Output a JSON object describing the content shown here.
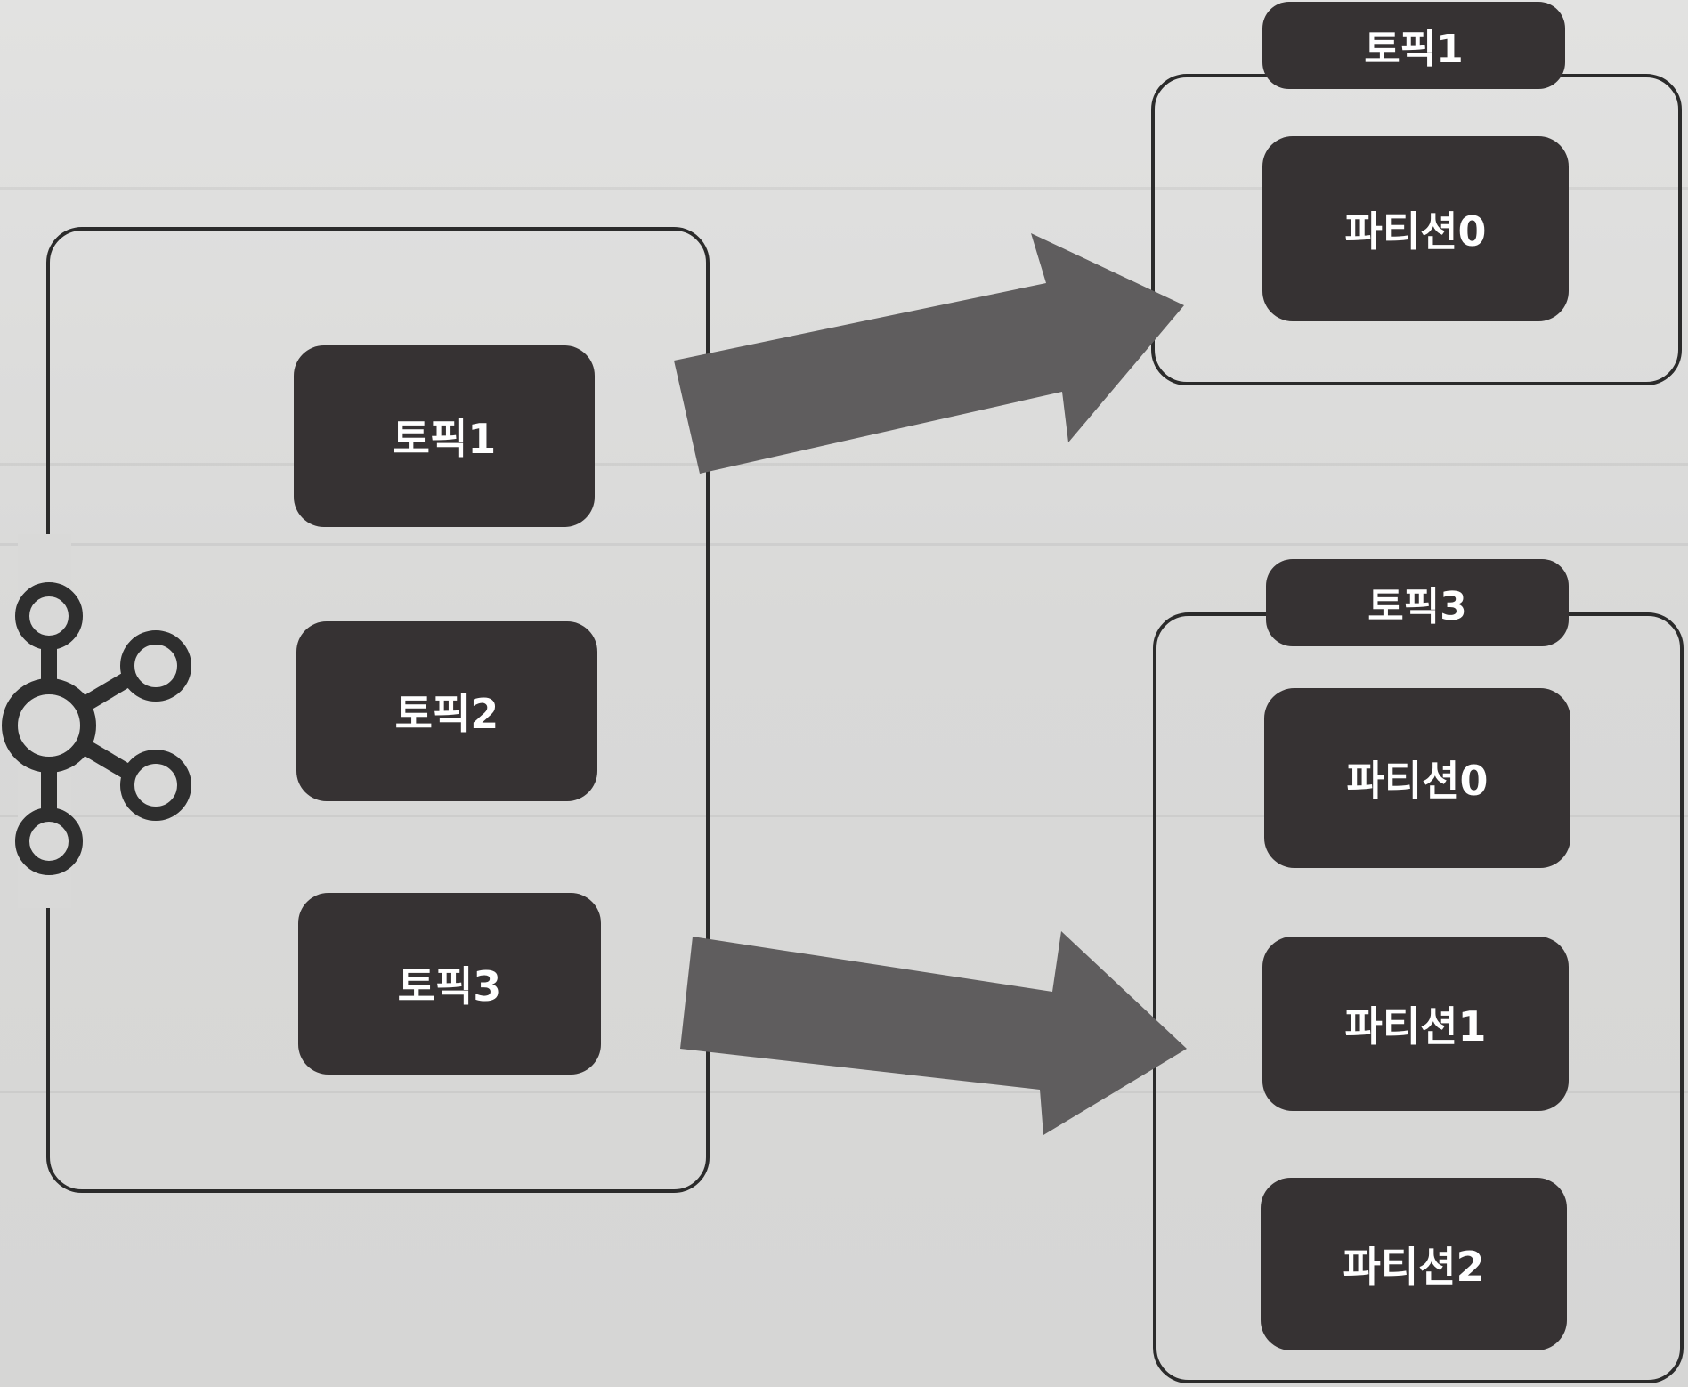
{
  "broker": {
    "topics": [
      {
        "label": "토픽1"
      },
      {
        "label": "토픽2"
      },
      {
        "label": "토픽3"
      }
    ]
  },
  "topic_groups": [
    {
      "title": "토픽1",
      "partitions": [
        {
          "label": "파티션0"
        }
      ]
    },
    {
      "title": "토픽3",
      "partitions": [
        {
          "label": "파티션0"
        },
        {
          "label": "파티션1"
        },
        {
          "label": "파티션2"
        }
      ]
    }
  ],
  "colors": {
    "box_fill": "#363233",
    "box_text": "#ffffff",
    "arrow_fill": "#5f5d5e",
    "outline": "#2b2b2b",
    "background": "#dcdcdb"
  },
  "icons": {
    "broker_logo": "kafka-logo-icon"
  }
}
